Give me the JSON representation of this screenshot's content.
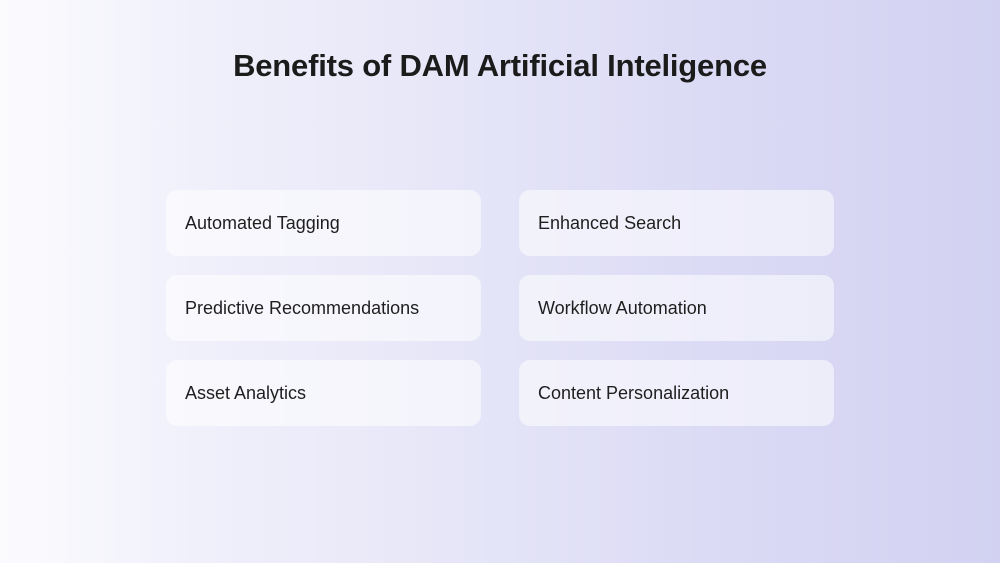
{
  "title": "Benefits of DAM Artificial Inteligence",
  "benefits": [
    "Automated Tagging",
    "Enhanced Search",
    "Predictive Recommendations",
    "Workflow Automation",
    "Asset Analytics",
    "Content Personalization"
  ]
}
